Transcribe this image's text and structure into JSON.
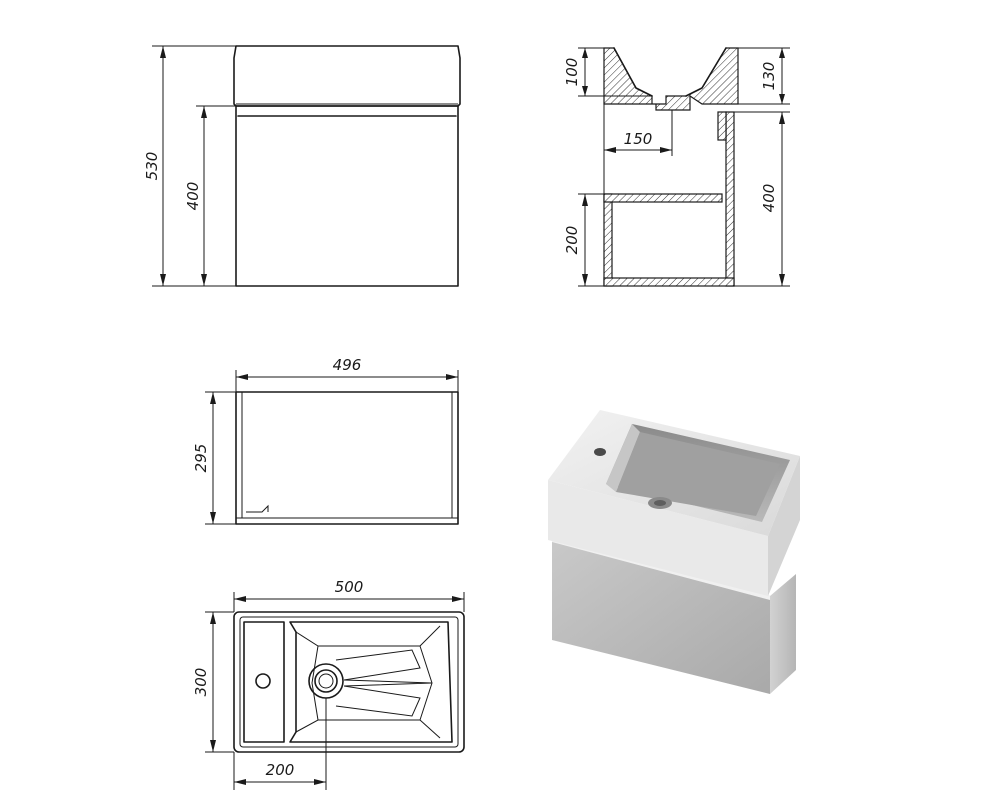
{
  "dimensions": {
    "front_total_height": "530",
    "front_cabinet_height": "400",
    "section_basin_depth": "100",
    "section_rim_height": "130",
    "section_drain_offset": "150",
    "section_cabinet_height": "400",
    "section_shelf_height": "200",
    "top_cabinet_width": "496",
    "top_cabinet_depth": "295",
    "basin_width": "500",
    "basin_depth": "300",
    "basin_drain_offset": "200"
  },
  "colors": {
    "line": "#1a1a1a",
    "render_light": "#e8e8e8",
    "render_mid": "#bdbdbd",
    "render_dark": "#8f8f8f"
  }
}
